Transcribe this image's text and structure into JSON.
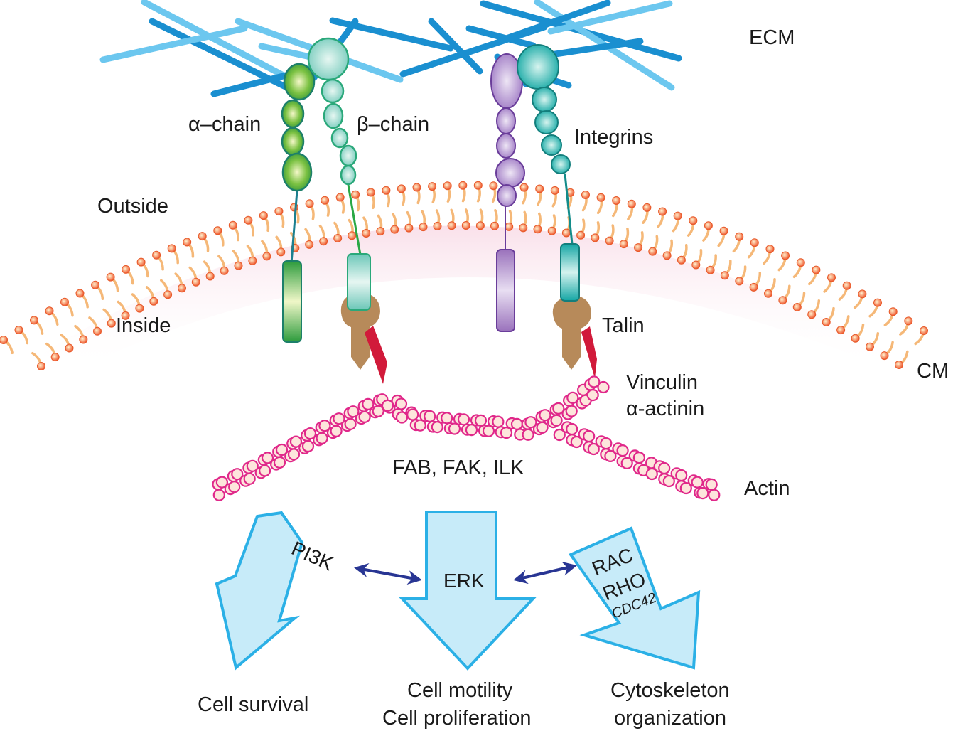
{
  "title": "Integrin signaling at the cell membrane",
  "labels": {
    "ecm": "ECM",
    "alpha_chain": "α–chain",
    "beta_chain": "β–chain",
    "integrins": "Integrins",
    "outside": "Outside",
    "inside": "Inside",
    "talin": "Talin",
    "cm": "CM",
    "vinculin": "Vinculin",
    "alpha_actinin": "α-actinin",
    "fab_fak_ilk": "FAB, FAK, ILK",
    "actin": "Actin"
  },
  "pathways": [
    {
      "name": "PI3K",
      "extra": [],
      "outcome": [
        "Cell survival"
      ]
    },
    {
      "name": "ERK",
      "extra": [],
      "outcome": [
        "Cell motility",
        "Cell proliferation"
      ]
    },
    {
      "name": "RAC",
      "extra": [
        "RHO",
        "CDC42"
      ],
      "outcome": [
        "Cytoskeleton",
        "organization"
      ]
    }
  ],
  "colors": {
    "ecm_dark": "#1a8fd0",
    "ecm_light": "#6cc7ef",
    "alpha_green": "#3aa83a",
    "beta_teal": "#7ccfc4",
    "purple": "#a07cc0",
    "teal_dark": "#17a9a8",
    "talin": "#b88a5a",
    "vinculin_red": "#d11a3a",
    "lipid_head": "#f06a3a",
    "lipid_tail": "#f5b878",
    "actin": "#e0288a",
    "actin_fill": "#fde5dc",
    "arrow_fill": "#c7ebf9",
    "arrow_stroke": "#2bb0e6",
    "double_arrow": "#283593",
    "cytoplasm": "#fbe6ee"
  }
}
